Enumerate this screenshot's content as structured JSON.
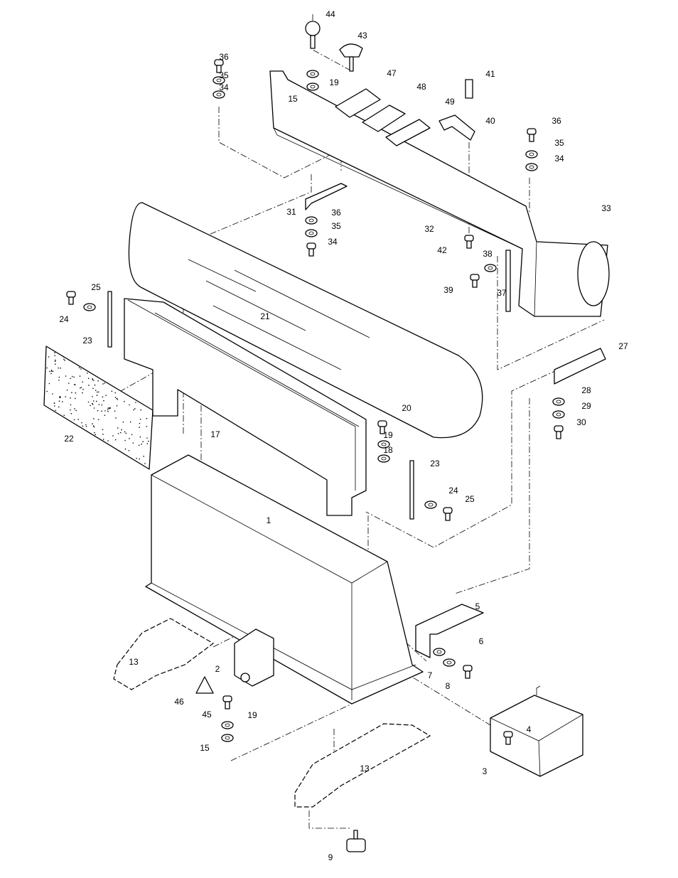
{
  "diagram": {
    "type": "exploded parts diagram",
    "callouts": [
      "44",
      "43",
      "36",
      "35",
      "34",
      "19",
      "15",
      "47",
      "48",
      "49",
      "41",
      "40",
      "36",
      "35",
      "34",
      "33",
      "31",
      "36",
      "35",
      "34",
      "32",
      "42",
      "38",
      "39",
      "37",
      "25",
      "24",
      "23",
      "21",
      "27",
      "28",
      "29",
      "30",
      "20",
      "22",
      "17",
      "19",
      "18",
      "23",
      "24",
      "25",
      "1",
      "5",
      "6",
      "7",
      "8",
      "13",
      "2",
      "46",
      "45",
      "19",
      "15",
      "4",
      "3",
      "13",
      "9"
    ]
  }
}
